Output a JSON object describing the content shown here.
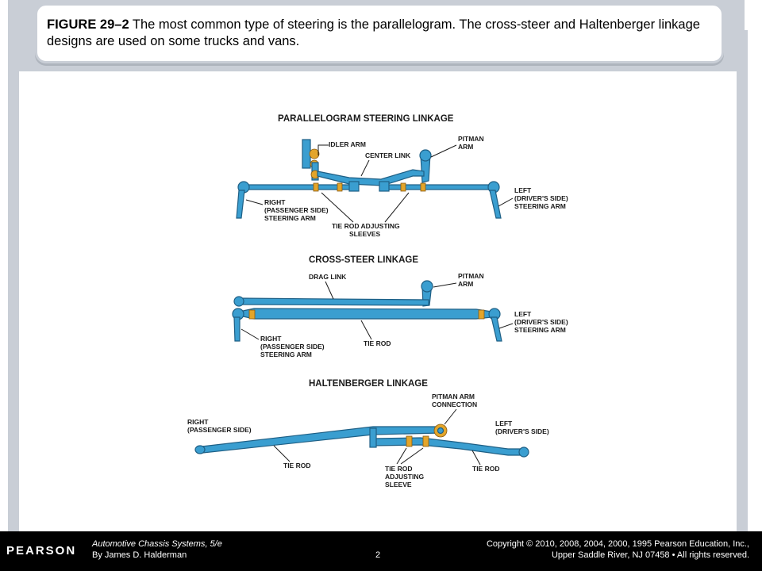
{
  "caption": {
    "figure_label": "FIGURE 29–2",
    "text": " The most common type of steering is the parallelogram. The cross-steer and Haltenberger linkage designs are used on some trucks and vans."
  },
  "diagram": {
    "parallelogram": {
      "title": "PARALLELOGRAM STEERING LINKAGE",
      "idler_arm": "IDLER ARM",
      "center_link": "CENTER LINK",
      "pitman_arm_1": "PITMAN",
      "pitman_arm_2": "ARM",
      "right_1": "RIGHT",
      "right_2": "(PASSENGER SIDE)",
      "right_3": "STEERING ARM",
      "tie_rod_sleeves_1": "TIE ROD ADJUSTING",
      "tie_rod_sleeves_2": "SLEEVES",
      "left_1": "LEFT",
      "left_2": "(DRIVER'S SIDE)",
      "left_3": "STEERING ARM"
    },
    "cross_steer": {
      "title": "CROSS-STEER LINKAGE",
      "drag_link": "DRAG LINK",
      "pitman_arm_1": "PITMAN",
      "pitman_arm_2": "ARM",
      "left_1": "LEFT",
      "left_2": "(DRIVER'S SIDE)",
      "left_3": "STEERING ARM",
      "right_1": "RIGHT",
      "right_2": "(PASSENGER SIDE)",
      "right_3": "STEERING ARM",
      "tie_rod": "TIE ROD"
    },
    "haltenberger": {
      "title": "HALTENBERGER LINKAGE",
      "pitman_conn_1": "PITMAN ARM",
      "pitman_conn_2": "CONNECTION",
      "right_1": "RIGHT",
      "right_2": "(PASSENGER SIDE)",
      "left_1": "LEFT",
      "left_2": "(DRIVER'S SIDE)",
      "tie_rod_right": "TIE ROD",
      "sleeve_1": "TIE ROD",
      "sleeve_2": "ADJUSTING",
      "sleeve_3": "SLEEVE",
      "tie_rod_left": "TIE ROD"
    }
  },
  "footer": {
    "logo": "PEARSON",
    "book_title": "Automotive Chassis Systems",
    "book_edition": ", 5/e",
    "author": "By James D. Halderman",
    "page_number": "2",
    "copyright_1": "Copyright © 2010, 2008, 2004, 2000, 1995 Pearson Education, Inc.,",
    "copyright_2": "Upper Saddle River, NJ 07458 • All rights reserved."
  },
  "colors": {
    "rod": "#3a9ed0",
    "sleeve": "#e3a52a",
    "frame": "#c9ced6",
    "footer_bg": "#000000"
  }
}
